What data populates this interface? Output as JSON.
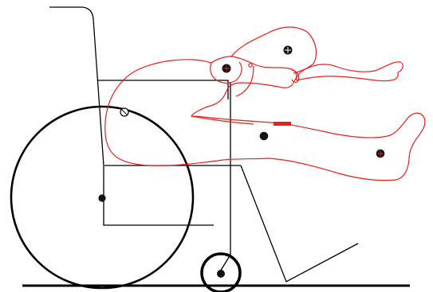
{
  "figure": {
    "subject": "wheelchair-with-reclined-occupant",
    "colors": {
      "background": "#ffffff",
      "frame": "#000000",
      "body_outline": "#e8201c",
      "marker_fill": "#111111",
      "marker_ring": "#ffffff",
      "indicator": "#e8201c"
    },
    "markers": [
      {
        "name": "rear-wheel-hub-marker",
        "style": "solid"
      },
      {
        "name": "caster-hub-marker",
        "style": "solid"
      },
      {
        "name": "hip-joint-marker",
        "style": "open"
      },
      {
        "name": "head-marker",
        "style": "cross"
      },
      {
        "name": "shoulder-marker",
        "style": "cross"
      },
      {
        "name": "thigh-marker",
        "style": "solid"
      },
      {
        "name": "ankle-marker",
        "style": "cross"
      }
    ]
  }
}
